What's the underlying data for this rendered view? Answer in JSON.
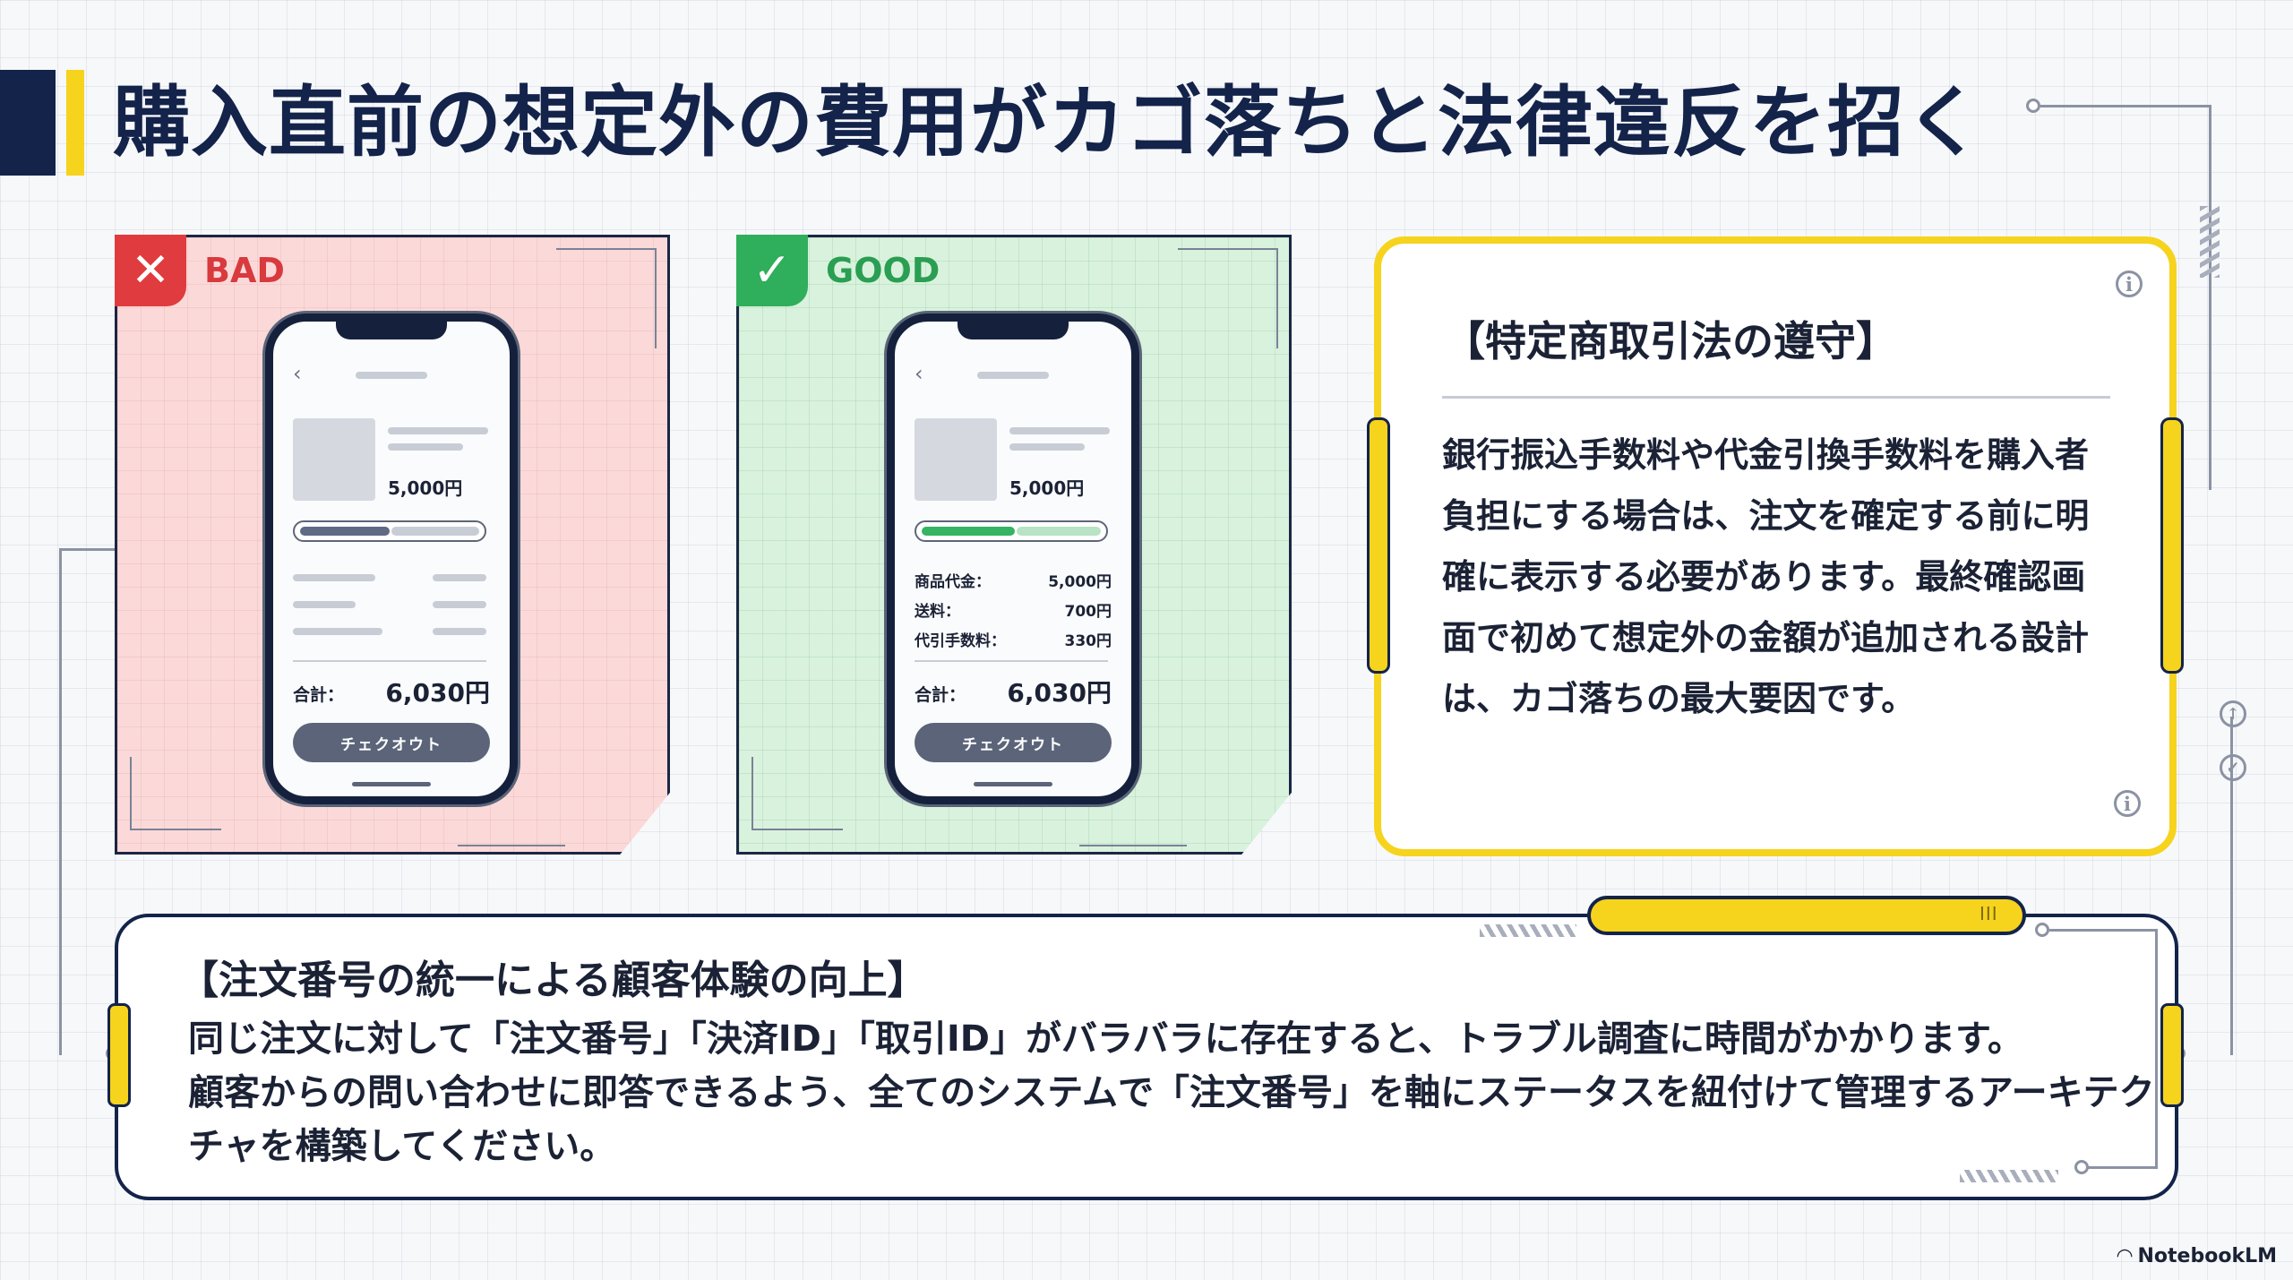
{
  "title": "購入直前の想定外の費用がカゴ落ちと法律違反を招く",
  "bad_example": {
    "badge_icon": "✕",
    "label": "BAD",
    "phone": {
      "price": "5,000円",
      "total_label": "合計：",
      "total_value": "6,030円",
      "checkout_label": "チェクオウト"
    }
  },
  "good_example": {
    "badge_icon": "✓",
    "label": "GOOD",
    "phone": {
      "price": "5,000円",
      "rows": [
        {
          "label": "商品代金：",
          "value": "5,000円"
        },
        {
          "label": "送料：",
          "value": "700円"
        },
        {
          "label": "代引手数料：",
          "value": "330円"
        }
      ],
      "total_label": "合計：",
      "total_value": "6,030円",
      "checkout_label": "チェクオウト"
    }
  },
  "law_card": {
    "heading": "【特定商取引法の遵守】",
    "body": "銀行振込手数料や代金引換手数料を購入者負担にする場合は、注文を確定する前に明確に表示する必要があります。最終確認画面で初めて想定外の金額が追加される設計は、カゴ落ちの最大要因です。"
  },
  "order_card": {
    "heading": "【注文番号の統一による顧客体験の向上】",
    "body_line1": "同じ注文に対して「注文番号」「決済ID」「取引ID」がバラバラに存在すると、トラブル調査に時間がかかります。",
    "body_line2": "顧客からの問い合わせに即答できるよう、全てのシステムで「注文番号」を軸にステータスを紐付けて管理するアーキテクチャを構築してください。"
  },
  "footer": {
    "brand": "NotebookLM"
  },
  "colors": {
    "navy": "#13234a",
    "yellow": "#f6d31d",
    "bad_red": "#e03b3e",
    "good_green": "#2fae5b"
  },
  "icons": {
    "bad_badge": "close-icon",
    "good_badge": "check-icon",
    "info": "info-icon",
    "footer": "notebooklm-logo-icon"
  }
}
